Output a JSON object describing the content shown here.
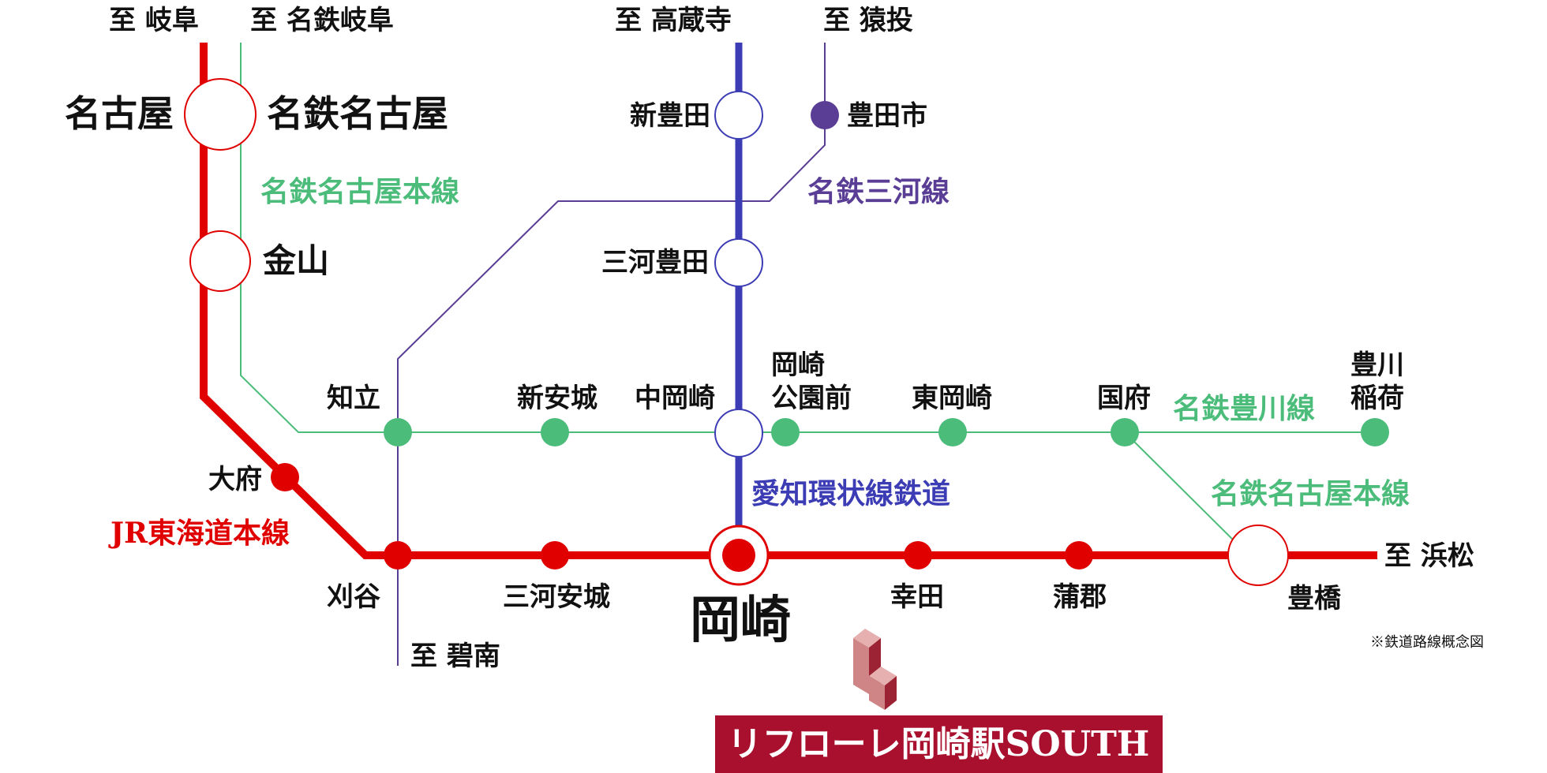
{
  "colors": {
    "jr_tokaido": "#e00000",
    "meitetsu_nagoya": "#4cbc7b",
    "aichi_loop": "#3c3cb4",
    "meitetsu_mikawa": "#5a3e96",
    "banner_bg": "#a8102e",
    "building_light": "#cf8585",
    "building_dark": "#9c2333"
  },
  "destinations": {
    "gifu": "至 岐阜",
    "meitetsu_gifu": "至 名鉄岐阜",
    "kozoji": "至 高蔵寺",
    "sanage": "至 猿投",
    "hamamatsu": "至 浜松",
    "hekinan": "至 碧南"
  },
  "stations": {
    "nagoya": "名古屋",
    "meitetsu_nagoya": "名鉄名古屋",
    "kanayama": "金山",
    "shin_toyota": "新豊田",
    "toyotashi": "豊田市",
    "mikawa_toyota": "三河豊田",
    "chiryu": "知立",
    "shin_anjo": "新安城",
    "naka_okazaki": "中岡崎",
    "okazaki_koenmae_1": "岡崎",
    "okazaki_koenmae_2": "公園前",
    "higashi_okazaki": "東岡崎",
    "kou": "国府",
    "toyokawa_inari_1": "豊川",
    "toyokawa_inari_2": "稲荷",
    "obu": "大府",
    "kariya": "刈谷",
    "mikawa_anjo": "三河安城",
    "okazaki": "岡崎",
    "kota": "幸田",
    "gamagori": "蒲郡",
    "toyohashi": "豊橋"
  },
  "lines": {
    "meitetsu_nagoya_honsen_1": "名鉄名古屋本線",
    "meitetsu_mikawa": "名鉄三河線",
    "aichi_loop": "愛知環状線鉄道",
    "meitetsu_toyokawa": "名鉄豊川線",
    "meitetsu_nagoya_honsen_2": "名鉄名古屋本線",
    "jr_tokaido": "JR東海道本線"
  },
  "note": "※鉄道路線概念図",
  "property": {
    "name": "リフローレ岡崎駅SOUTH",
    "logo_icon": "building-logo-icon"
  }
}
